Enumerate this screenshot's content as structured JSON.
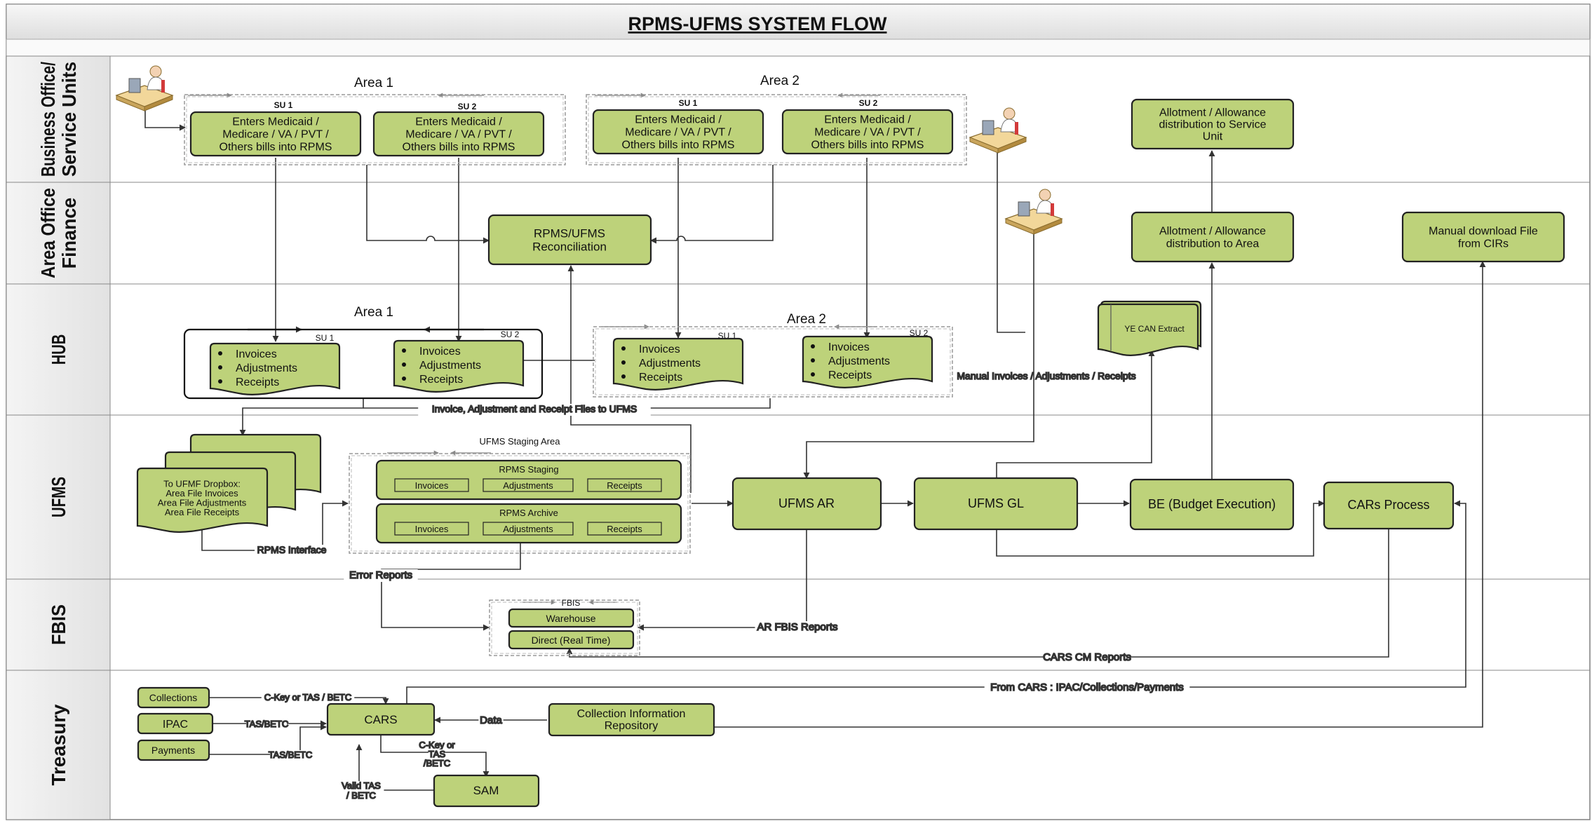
{
  "title": "RPMS-UFMS SYSTEM FLOW",
  "colors": {
    "box_fill": "#bdd27a",
    "box_stroke": "#222222",
    "lane_header": "#ececec",
    "line": "#333333"
  },
  "lanes": [
    {
      "id": "bo",
      "label": [
        "Business Office/",
        "Service Units"
      ]
    },
    {
      "id": "ao",
      "label": [
        "Area Office",
        "Finance"
      ]
    },
    {
      "id": "hub",
      "label": [
        "HUB"
      ]
    },
    {
      "id": "ufms",
      "label": [
        "UFMS"
      ]
    },
    {
      "id": "fbis",
      "label": [
        "FBIS"
      ]
    },
    {
      "id": "treasury",
      "label": [
        "Treasury"
      ]
    }
  ],
  "areas": {
    "bo_area1": "Area 1",
    "bo_area2": "Area 2",
    "hub_area1": "Area 1",
    "hub_area2": "Area 2",
    "su1": "SU 1",
    "su2": "SU 2"
  },
  "enter_bills": [
    "Enters Medicaid /",
    "Medicare / VA / PVT /",
    "Others bills into RPMS"
  ],
  "hub_items": [
    "Invoices",
    "Adjustments",
    "Receipts"
  ],
  "boxes": {
    "reconciliation": [
      "RPMS/UFMS",
      "Reconciliation"
    ],
    "allot_su": [
      "Allotment / Allowance",
      "distribution to Service",
      "Unit"
    ],
    "allot_area": [
      "Allotment / Allowance",
      "distribution to Area"
    ],
    "manual_download": [
      "Manual download File",
      "from CIRs"
    ],
    "ye_can": [
      "YE CAN Extract"
    ],
    "ufms_ar": [
      "UFMS AR"
    ],
    "ufms_gl": [
      "UFMS GL"
    ],
    "be": [
      "BE (Budget Execution)"
    ],
    "cars_process": [
      "CARs Process"
    ],
    "dropbox": [
      "To UFMF Dropbox:",
      "Area File Invoices",
      "Area File Adjustments",
      "Area File Receipts"
    ],
    "staging_title": "UFMS Staging Area",
    "rpms_staging": "RPMS Staging",
    "rpms_archive": "RPMS Archive",
    "fbis_title": "FBIS",
    "warehouse": "Warehouse",
    "direct": "Direct (Real Time)",
    "collections": "Collections",
    "ipac": "IPAC",
    "payments": "Payments",
    "cars": "CARS",
    "cir": [
      "Collection Information",
      "Repository"
    ],
    "sam": "SAM"
  },
  "edge_labels": {
    "hub_to_ufms": "Invoice, Adjustment and Receipt Files to UFMS",
    "manual_iar": "Manual Invoices / Adjustments / Receipts",
    "rpms_interface": "RPMS Interface",
    "error_reports": "Error Reports",
    "ar_fbis": "AR FBIS Reports",
    "cars_cm": "CARS CM Reports",
    "from_cars": "From CARS : IPAC/Collections/Payments",
    "ckey_tas": "C-Key or TAS / BETC",
    "tas_betc_1": "TAS/BETC",
    "tas_betc_2": "TAS/BETC",
    "data": "Data",
    "ckey_sam": [
      "C-Key or",
      "TAS",
      "/BETC"
    ],
    "valid_tas": [
      "Valid TAS",
      "/ BETC"
    ]
  }
}
